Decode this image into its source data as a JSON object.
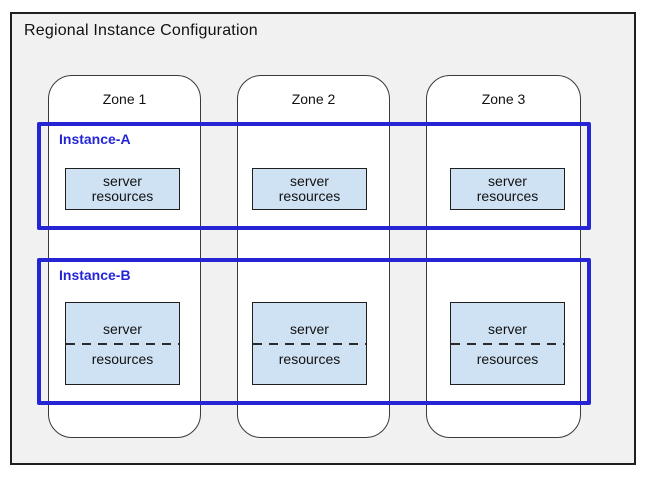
{
  "diagram": {
    "title": "Regional Instance Configuration",
    "zones": [
      {
        "label": "Zone 1"
      },
      {
        "label": "Zone 2"
      },
      {
        "label": "Zone 3"
      }
    ],
    "instances": [
      {
        "label": "Instance-A"
      },
      {
        "label": "Instance-B"
      }
    ],
    "resource_box": {
      "line1": "server",
      "line2": "resources"
    },
    "colors": {
      "region_background": "#f1f1f1",
      "zone_fill": "#ffffff",
      "zone_border": "#3a3a3a",
      "instance_border": "#2525d6",
      "instance_label_text": "#2525d6",
      "resource_box_fill": "#cfe2f3",
      "resource_box_border": "#1f1f1f",
      "text": "#111111"
    }
  }
}
